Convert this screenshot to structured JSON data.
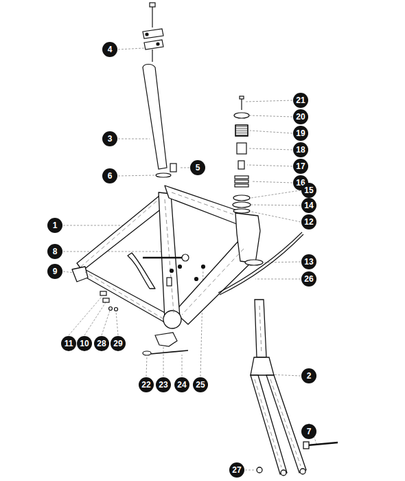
{
  "diagram": {
    "nodes": [
      {
        "text": [
          "4"
        ]
      },
      {
        "text": [
          "21"
        ]
      },
      {
        "text": [
          "20"
        ]
      },
      {
        "text": [
          "19"
        ]
      },
      {
        "text": [
          "3"
        ]
      },
      {
        "text": [
          "18"
        ]
      },
      {
        "text": [
          "5"
        ]
      },
      {
        "text": [
          "17"
        ]
      },
      {
        "text": [
          "6"
        ]
      },
      {
        "text": [
          "16"
        ]
      },
      {
        "text": [
          "15"
        ]
      },
      {
        "text": [
          "14"
        ]
      },
      {
        "text": [
          "1"
        ]
      },
      {
        "text": [
          "12"
        ]
      },
      {
        "text": [
          "8"
        ]
      },
      {
        "text": [
          "13"
        ]
      },
      {
        "text": [
          "9"
        ]
      },
      {
        "text": [
          "26"
        ]
      },
      {
        "text": [
          "11"
        ]
      },
      {
        "text": [
          "10"
        ]
      },
      {
        "text": [
          "28"
        ]
      },
      {
        "text": [
          "29"
        ]
      },
      {
        "text": [
          "2"
        ]
      },
      {
        "text": [
          "22"
        ]
      },
      {
        "text": [
          "23"
        ]
      },
      {
        "text": [
          "24"
        ]
      },
      {
        "text": [
          "25"
        ]
      },
      {
        "text": [
          "7"
        ]
      },
      {
        "text": [
          "27"
        ]
      }
    ]
  }
}
